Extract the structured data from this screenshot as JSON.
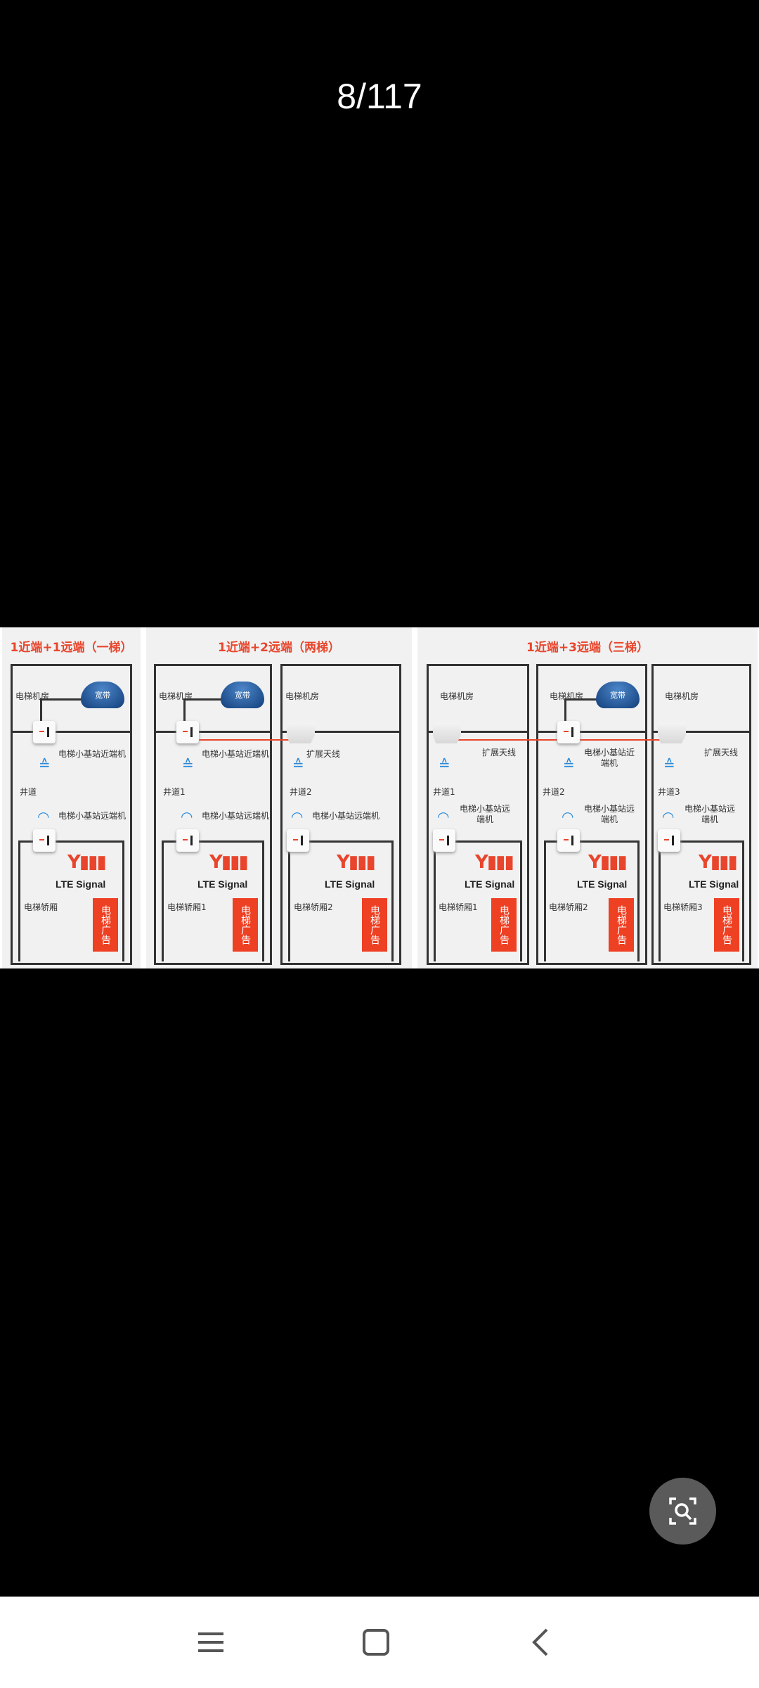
{
  "viewer": {
    "page_counter": "8/117"
  },
  "panels": [
    {
      "title": "1近端+1远端（一梯）",
      "columns": [
        {
          "machine_room": "电梯机房",
          "cloud": "宽带",
          "top_device": "near",
          "top_label": "电梯小基站近端机",
          "shaft": "井道",
          "remote_label": "电梯小基站远端机",
          "lte": "LTE Signal",
          "car": "电梯轿厢",
          "ad": "电梯广告"
        }
      ]
    },
    {
      "title": "1近端+2远端（两梯）",
      "columns": [
        {
          "machine_room": "电梯机房",
          "cloud": "宽带",
          "top_device": "near",
          "top_label": "电梯小基站近端机",
          "shaft": "井道1",
          "remote_label": "电梯小基站远端机",
          "lte": "LTE Signal",
          "car": "电梯轿厢1",
          "ad": "电梯广告"
        },
        {
          "machine_room": "电梯机房",
          "top_device": "antenna",
          "top_label": "扩展天线",
          "shaft": "井道2",
          "remote_label": "电梯小基站远端机",
          "lte": "LTE Signal",
          "car": "电梯轿厢2",
          "ad": "电梯广告"
        }
      ]
    },
    {
      "title": "1近端+3远端（三梯）",
      "columns": [
        {
          "machine_room": "电梯机房",
          "top_device": "antenna",
          "top_label": "扩展天线",
          "shaft": "井道1",
          "remote_label": "电梯小基站远端机",
          "lte": "LTE Signal",
          "car": "电梯轿厢1",
          "ad": "电梯广告"
        },
        {
          "machine_room": "电梯机房",
          "cloud": "宽带",
          "top_device": "near",
          "top_label": "电梯小基站近端机",
          "shaft": "井道2",
          "remote_label": "电梯小基站远端机",
          "lte": "LTE Signal",
          "car": "电梯轿厢2",
          "ad": "电梯广告"
        },
        {
          "machine_room": "电梯机房",
          "top_device": "antenna",
          "top_label": "扩展天线",
          "shaft": "井道3",
          "remote_label": "电梯小基站远端机",
          "lte": "LTE Signal",
          "car": "电梯轿厢3",
          "ad": "电梯广告"
        }
      ]
    }
  ],
  "colors": {
    "accent": "#e8452c",
    "cloud": "#1d4f94"
  },
  "controls": {
    "lens_icon": "image-search-icon",
    "nav": [
      "menu-icon",
      "home-icon",
      "back-icon"
    ]
  }
}
